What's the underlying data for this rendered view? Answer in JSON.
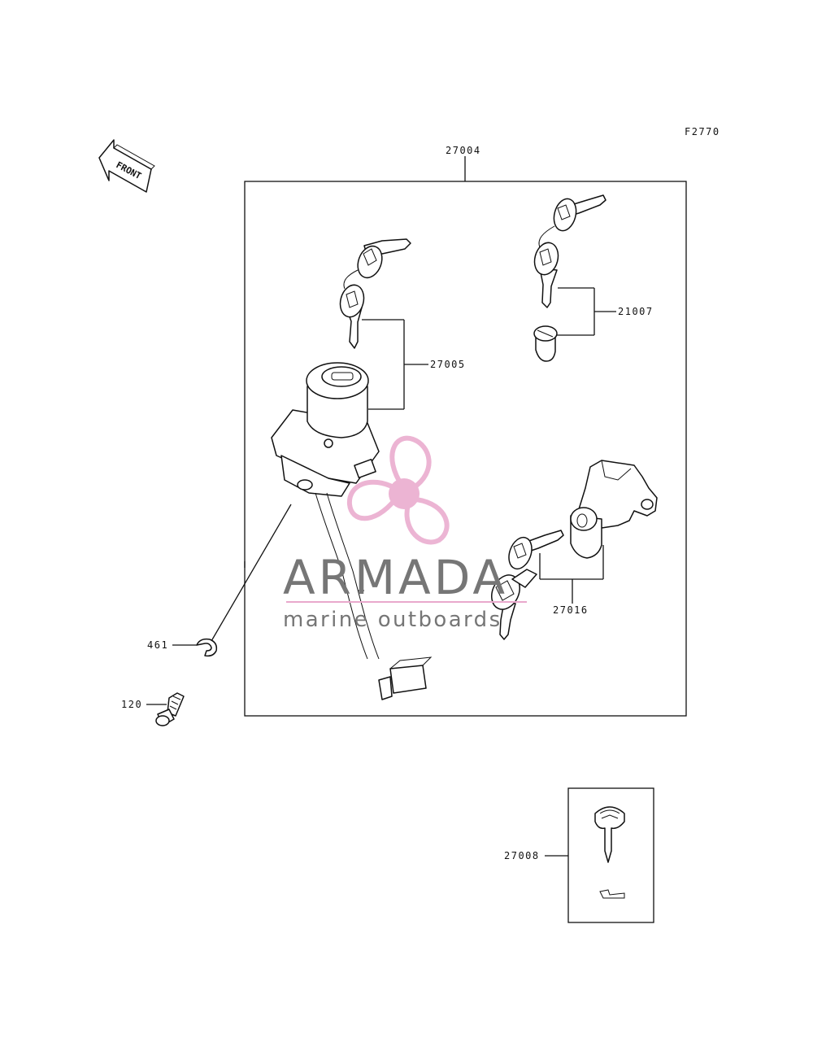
{
  "figure_code": "F2770",
  "front_arrow": {
    "label": "FRONT",
    "icon": "front-direction-arrow-icon"
  },
  "parts": [
    {
      "number": "27004"
    },
    {
      "number": "27005"
    },
    {
      "number": "21007"
    },
    {
      "number": "27016"
    },
    {
      "number": "461"
    },
    {
      "number": "120"
    },
    {
      "number": "27008"
    }
  ],
  "watermark": {
    "brand": "ARMADA",
    "tagline": "marine outboards",
    "logo_icon": "propeller-logo-icon",
    "colors": {
      "logo": "#e9a8cc",
      "text": "#767676"
    }
  },
  "colors": {
    "line": "#111111",
    "background": "#ffffff"
  }
}
